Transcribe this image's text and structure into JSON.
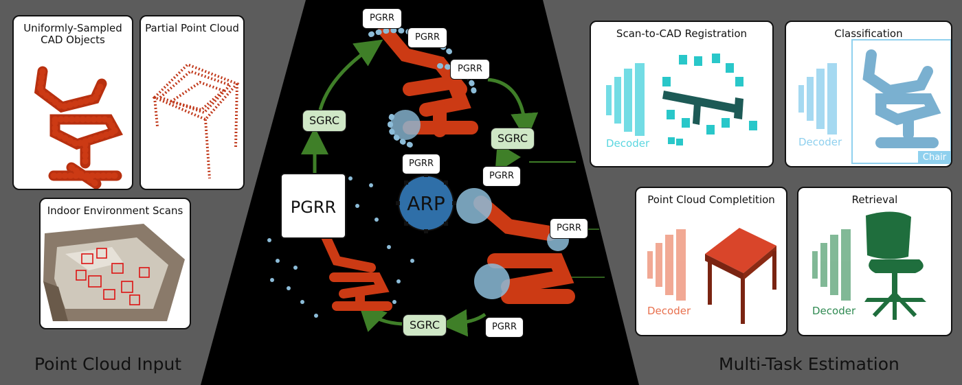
{
  "left": {
    "cards": [
      {
        "title": "Uniformly-Sampled\nCAD Objects"
      },
      {
        "title": "Partial Point Cloud"
      },
      {
        "title": "Indoor Environment Scans"
      }
    ],
    "section_title": "Point Cloud Input"
  },
  "center": {
    "pgrr_label": "PGRR",
    "big_pgrr_label": "PGRR",
    "sgrc_label": "SGRC",
    "arp_label": "ARP"
  },
  "right": {
    "section_title": "Multi-Task Estimation",
    "tasks": [
      {
        "title": "Scan-to-CAD Registration",
        "decoder": "Decoder",
        "color": "#5ad6e0"
      },
      {
        "title": "Classification",
        "decoder": "Decoder",
        "color": "#8fd0ee",
        "class_label": "Chair"
      },
      {
        "title": "Point Cloud Completition",
        "decoder": "Decoder",
        "color": "#e8704e"
      },
      {
        "title": "Retrieval",
        "decoder": "Decoder",
        "color": "#2f8a52"
      }
    ]
  },
  "colors": {
    "panel_gray": "#5c5c5c",
    "arrow_green": "#3f7f28",
    "point_red": "#cc3a14",
    "point_blue": "#8cbcd8",
    "arp_blue": "#2f6fa8"
  }
}
